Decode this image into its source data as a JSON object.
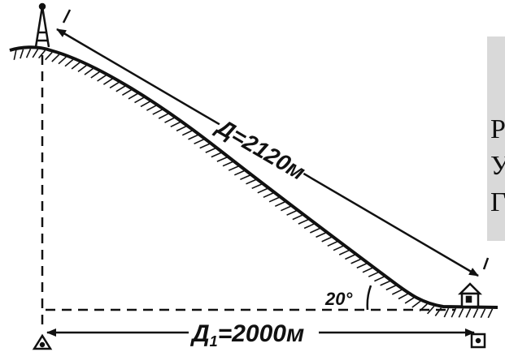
{
  "slope_label": "Д=2120м",
  "horizontal_label": "Д",
  "horizontal_sub": "1",
  "horizontal_rest": "=2000м",
  "angle_label": "20°",
  "side_fragments": [
    "Р",
    "У",
    "Г"
  ],
  "colors": {
    "ink": "#111111",
    "side_panel": "#d9d9d9"
  }
}
